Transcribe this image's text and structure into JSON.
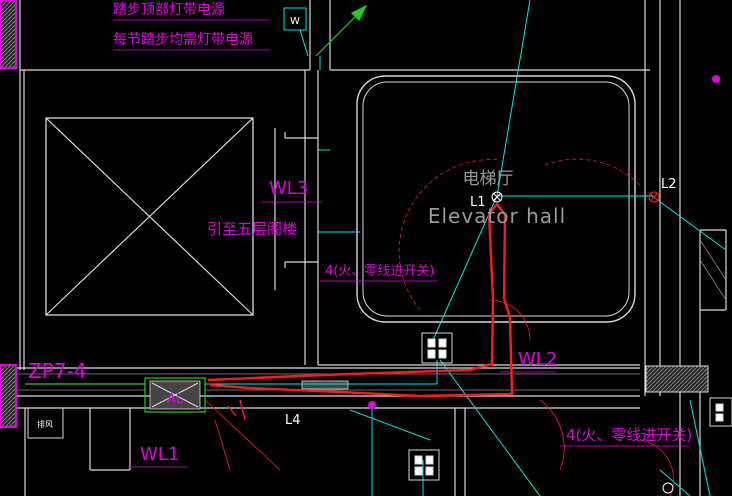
{
  "notes": {
    "line1": "踏步顶部灯带电源",
    "line2": "每节踏步均需灯带电源"
  },
  "room": {
    "name_cn": "电梯厅",
    "name_en": "Elevator hall"
  },
  "circuits": {
    "wl3": "WL3",
    "wl3_note": "引至五层阁楼",
    "wire4_left": "4(火、零线进开关)",
    "wl2": "WL2",
    "zp": "ZP7-4",
    "wl1": "WL1",
    "wire4_right": "4(火、零线进开关)"
  },
  "lights": {
    "l1": "L1",
    "l2": "L2",
    "l4": "L4"
  },
  "symbols": {
    "al": "AL",
    "w": "W",
    "pipe": "排风"
  },
  "colors": {
    "background": "#000000",
    "wall": "#d9d9d9",
    "annotation": "#e000e0",
    "wiring": "#00e5e5",
    "highlight": "#ff1a1a",
    "green": "#22cc22",
    "gray": "#8a8a8a"
  }
}
